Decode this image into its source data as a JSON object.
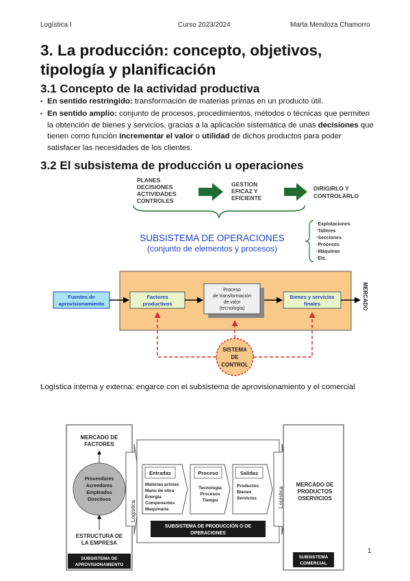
{
  "header": {
    "left": "Logística I",
    "center": "Curso 2023/2024",
    "right": "Marta Mendoza Chamorro"
  },
  "title": "3. La producción: concepto, objetivos, tipología y planificación",
  "section1": {
    "heading": "3.1 Concepto de la actividad productiva",
    "b1_bold": "En sentido restringido:",
    "b1_text": " transformación de materias primas en un producto útil.",
    "b2_bold": "En sentido amplio:",
    "b2_t1": " conjunto de procesos, procedimientos, métodos o técnicas que permiten la obtención de bienes y servicios, gracias a la aplicación sistemática de unas ",
    "b2_b2": "decisiones",
    "b2_t2": " que tienen como función ",
    "b2_b3": "incrementar el valor",
    "b2_t3": " o ",
    "b2_b4": "utilidad",
    "b2_t4": " de dichos productos para poder satisfacer las necesidades de los clientes."
  },
  "section2": {
    "heading": "3.2 El subsistema de producción u operaciones"
  },
  "figure1": {
    "top_left": [
      "PLANES",
      "DECISIONES",
      "ACTIVIDADES",
      "CONTROLES"
    ],
    "top_mid": [
      "GESTION",
      "EFICAZ Y",
      "EFICIENTE"
    ],
    "top_right": [
      "DIRIGIRLO Y",
      "CONTROLARLO"
    ],
    "subsystem_line1": "SUBSISTEMA  DE OPERACIONES",
    "subsystem_line2": "(conjunto de elementos y procesos)",
    "list": [
      "·Explotaciones",
      "·Talleres",
      "·Secciones",
      "·Procesos",
      "·Máquinas",
      "·Etc."
    ],
    "sources": [
      "Fuentes de",
      "aprovisionamiento"
    ],
    "factors": [
      "Factores",
      "productivos"
    ],
    "process": [
      "Proceso",
      "de transformación",
      "de valor",
      "(tecnología)"
    ],
    "goods": [
      "Bienes y servicios",
      "finales"
    ],
    "market": "MERCADO",
    "control": [
      "SISTEMA",
      "DE",
      "CONTROL"
    ],
    "colors": {
      "orange": "#f9c98a",
      "green": "#1f6b32",
      "blue": "#1a3fc4",
      "red": "#d92b2b",
      "lightgreen": "#e8f5c8",
      "cyan": "#a8e4f0"
    }
  },
  "caption": "Logística interna y externa: engarce con el subsistema de aprovisionamiento y el comercial",
  "figure2": {
    "left_top": [
      "MERCADO DE",
      "FACTORES"
    ],
    "circle": [
      "Proveedores",
      "Acreedores",
      "Empleados",
      "Directivos"
    ],
    "left_bottom": [
      "ESTRUCTURA DE",
      "LA EMPRESA"
    ],
    "left_label": [
      "SUBSISTEMA DE",
      "APROVISIONAMIENTO"
    ],
    "logistica": "Logística",
    "entradas_title": "Entradas",
    "entradas": [
      "Materias primas",
      "Mano de obra",
      "Energía",
      "Componentes",
      "Maquinaria"
    ],
    "proceso_title": "Proceso",
    "proceso": [
      "Tecnología",
      "Procesos",
      "Tiempo"
    ],
    "salidas_title": "Salidas",
    "salidas": [
      "Productos",
      "Bienes",
      "Servicios"
    ],
    "center_label": [
      "SUBSISTEMA DE PRODUCCIÓN O DE",
      "OPERACIONES"
    ],
    "right_top": [
      "MERCADO DE",
      "PRODUCTOS",
      "OSERVICIOS"
    ],
    "right_label": [
      "SUBSISTEMA",
      "COMERCIAL"
    ]
  },
  "page_number": "1"
}
